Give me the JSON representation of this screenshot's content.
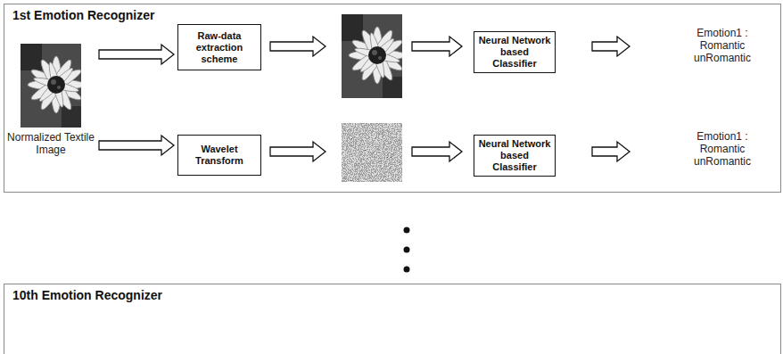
{
  "diagram": {
    "nodes": [
      {
        "text": [
          "1st Emotion Recognizer"
        ]
      },
      {
        "text": [
          "Normalized Textile Image"
        ],
        "in": 0
      },
      {
        "text": [
          "Raw-data extraction scheme"
        ],
        "in": 0
      },
      {
        "text": [
          "Neural Network based Classifier"
        ],
        "in": 0
      },
      {
        "text": [
          "Wavelet Transform"
        ],
        "in": 0
      },
      {
        "text": [
          "Neural Network based Classifier"
        ],
        "in": 0
      },
      {
        "text": [
          "10th Emotion Recognizer"
        ]
      }
    ],
    "edges": [
      {
        "from": 1,
        "to": 2,
        "arrow": "to"
      },
      {
        "from": 1,
        "to": 4,
        "arrow": "to"
      }
    ],
    "labels": [
      "Emotion1 : Romantic unRomantic",
      "Emotion1 : Romantic unRomantic"
    ]
  }
}
